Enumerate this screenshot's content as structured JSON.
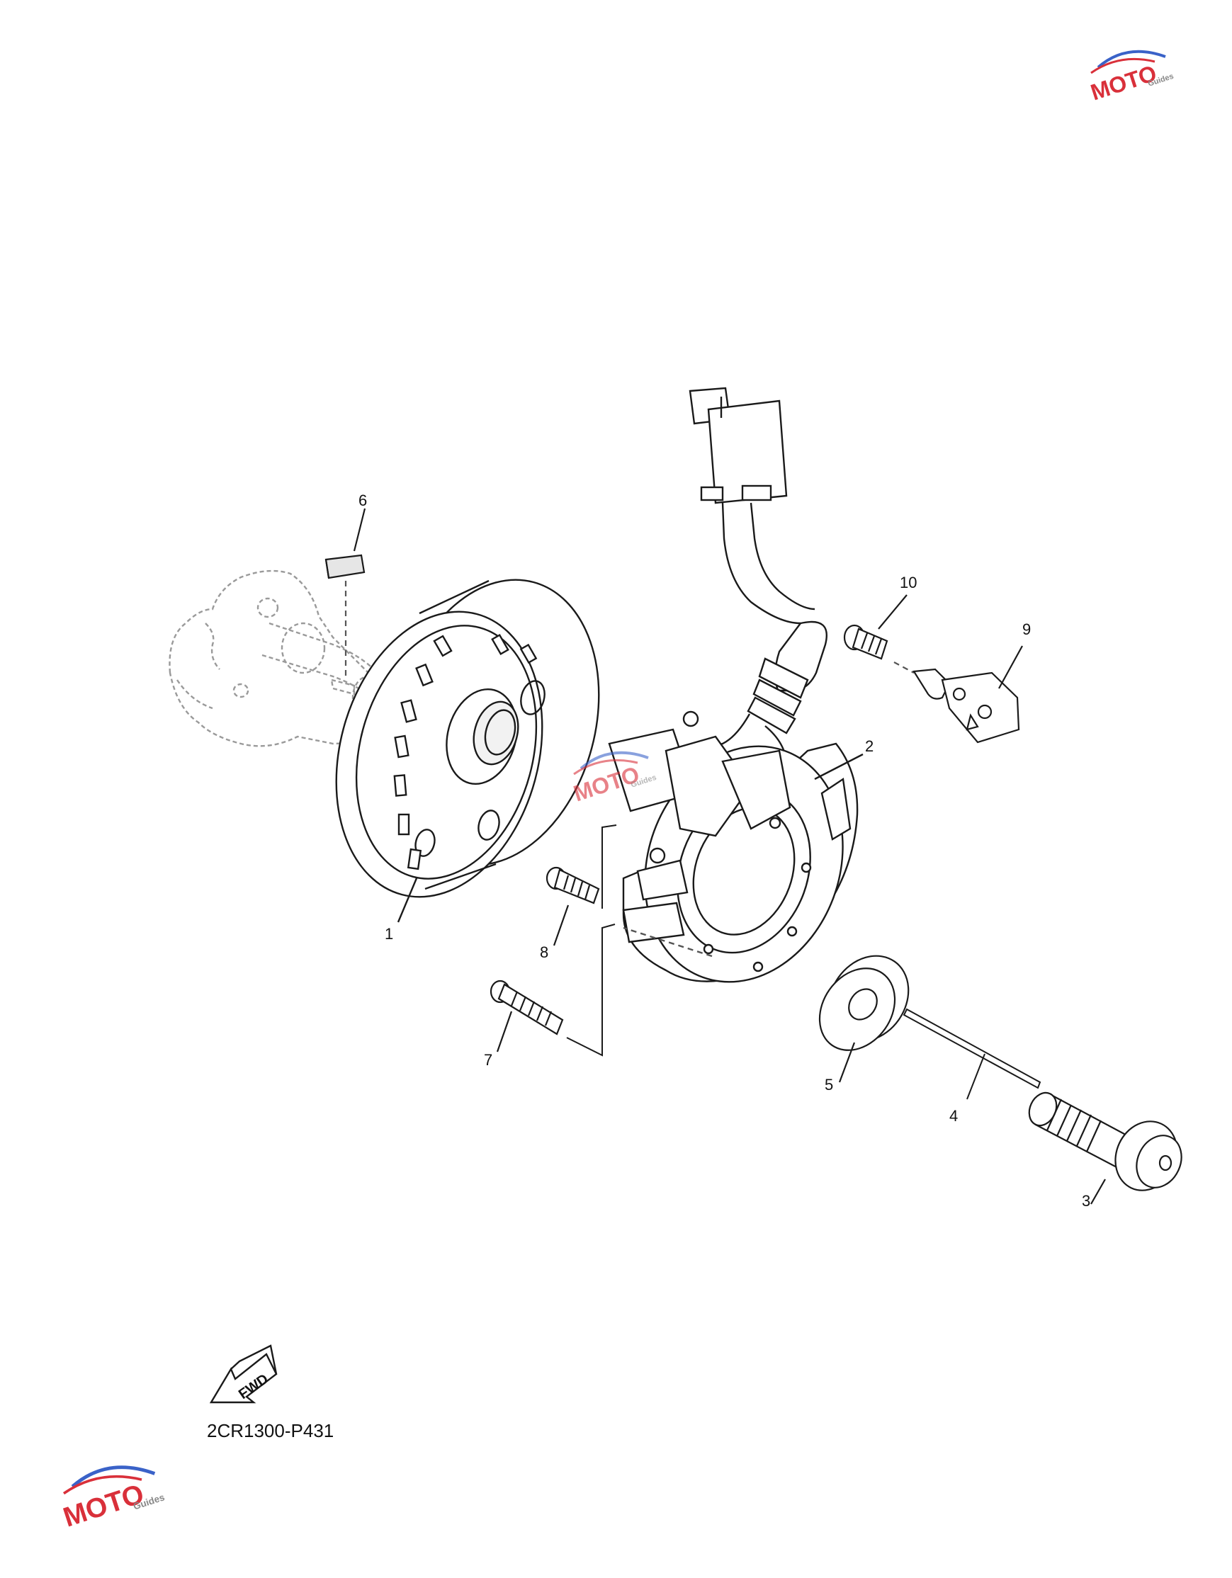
{
  "diagram_code": "2CR1300-P431",
  "fwd_label": "FWD",
  "callouts": [
    "1",
    "2",
    "3",
    "4",
    "5",
    "6",
    "7",
    "8",
    "9",
    "10"
  ],
  "watermark": {
    "text_main": "MOTO",
    "text_small": "Guides",
    "color_red": "#d9303a",
    "color_blue": "#3a62c8",
    "color_gray": "#888888"
  },
  "colors": {
    "line": "#1a1a1a",
    "ghost_line": "#9a9a9a",
    "background": "#ffffff"
  }
}
